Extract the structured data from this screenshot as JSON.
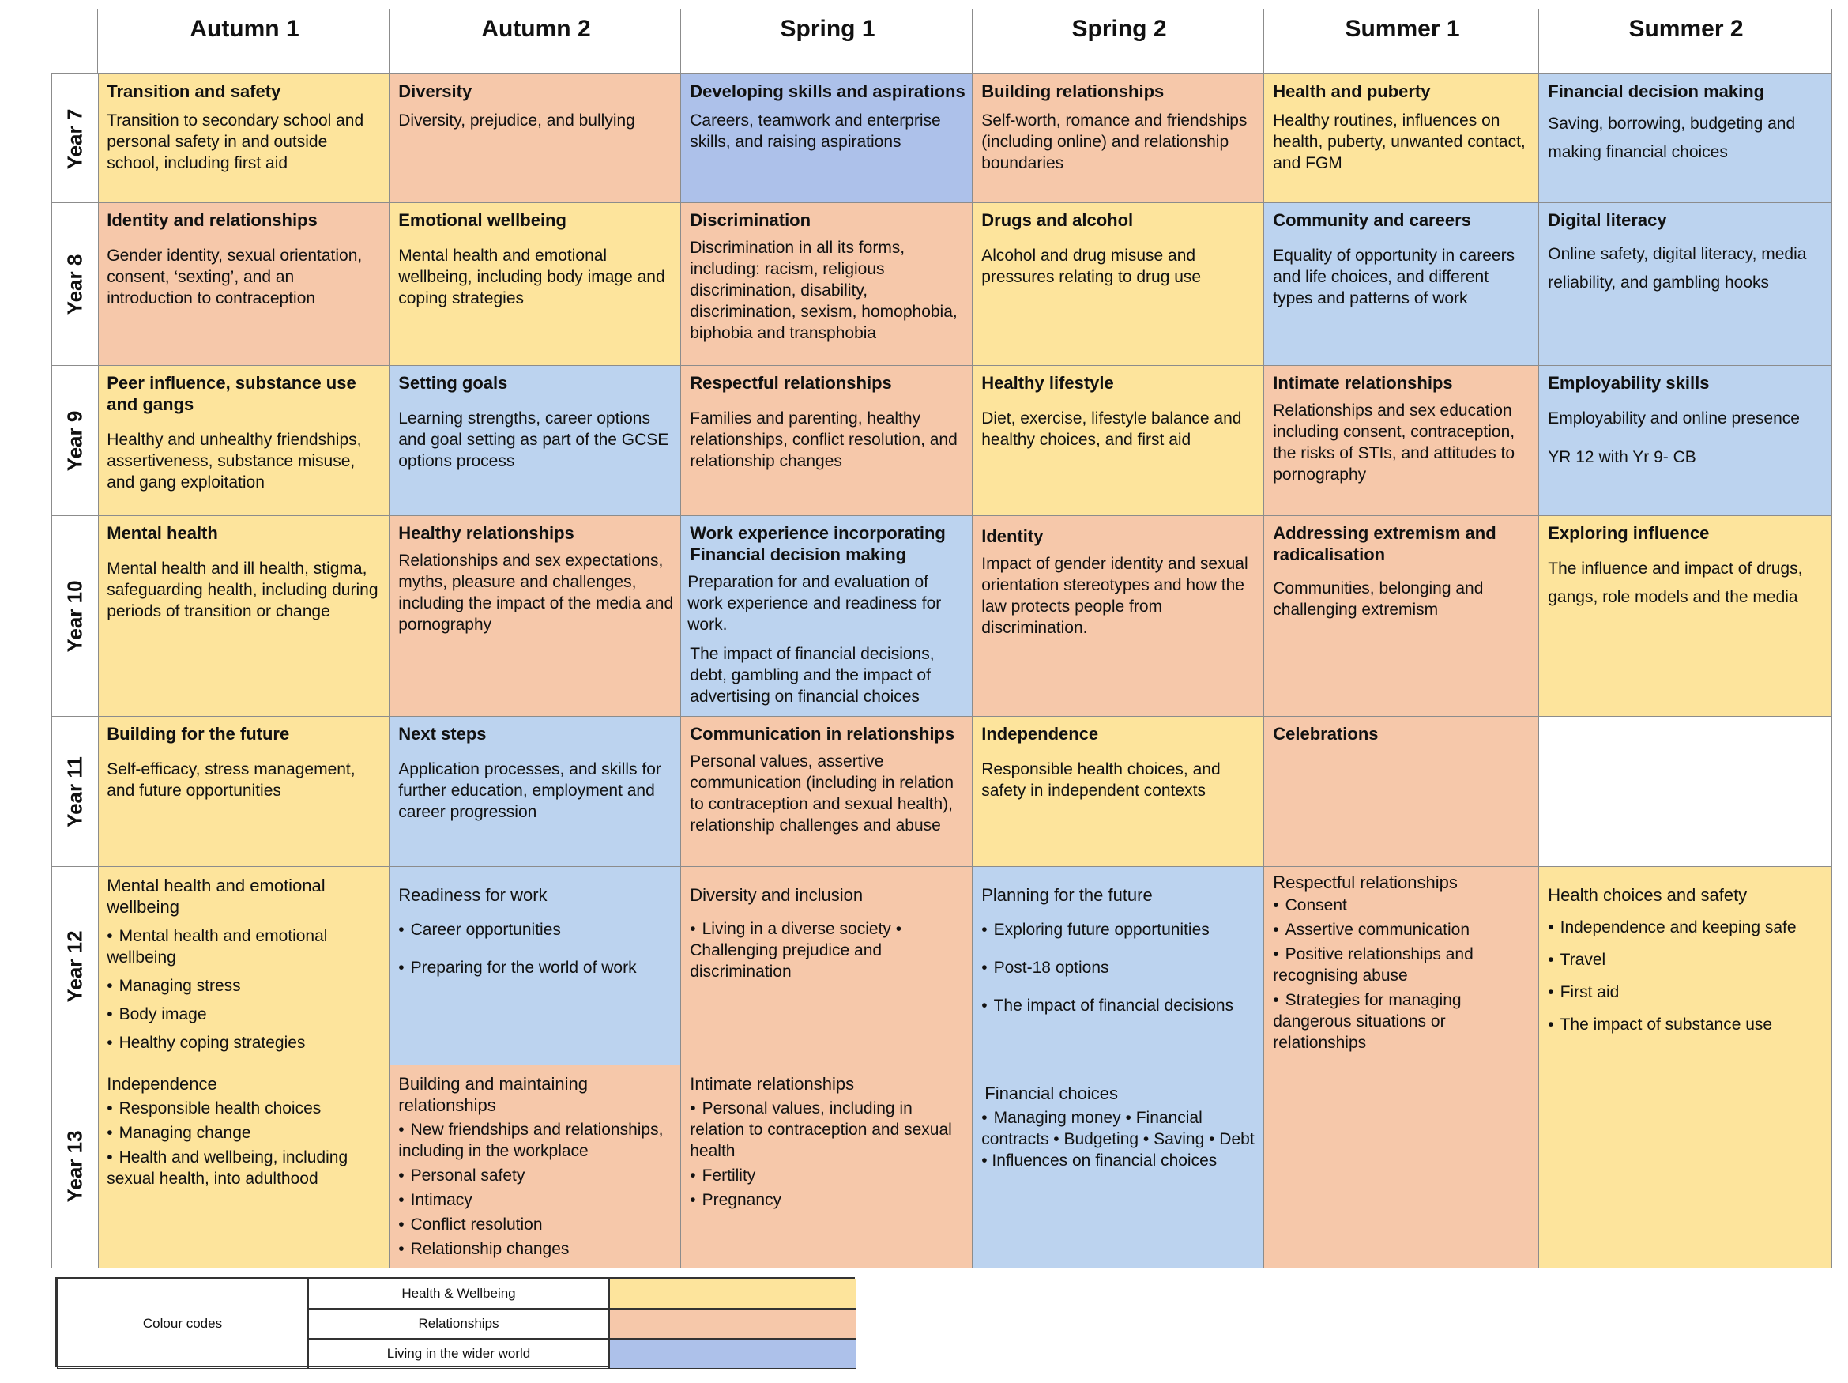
{
  "columns": [
    "Autumn 1",
    "Autumn 2",
    "Spring 1",
    "Spring 2",
    "Summer 1",
    "Summer 2"
  ],
  "years": [
    "Year 7",
    "Year 8",
    "Year 9",
    "Year 10",
    "Year 11",
    "Year 12",
    "Year 13"
  ],
  "y7": {
    "a1": {
      "title": "Transition and safety",
      "desc": "Transition to secondary school and personal safety in and outside school, including first aid"
    },
    "a2": {
      "title": "Diversity",
      "desc": "Diversity, prejudice, and bullying"
    },
    "s1": {
      "title": "Developing skills and aspirations",
      "desc": "Careers, teamwork and enterprise skills, and raising aspirations"
    },
    "s2": {
      "title": "Building relationships",
      "desc": "Self-worth, romance and friendships (including online) and relationship boundaries"
    },
    "su1": {
      "title": "Health and puberty",
      "desc": "Healthy routines, influences on health, puberty, unwanted contact, and FGM"
    },
    "su2": {
      "title": "Financial decision making",
      "desc": "Saving, borrowing, budgeting and making financial choices"
    }
  },
  "y8": {
    "a1": {
      "title": "Identity and relationships",
      "desc": "Gender identity, sexual orientation, consent, ‘sexting’, and an introduction to contraception"
    },
    "a2": {
      "title": "Emotional wellbeing",
      "desc": "Mental health and emotional wellbeing, including body image and coping strategies"
    },
    "s1": {
      "title": "Discrimination",
      "desc": "Discrimination in all its forms, including: racism, religious discrimination, disability, discrimination, sexism, homophobia, biphobia and transphobia"
    },
    "s2": {
      "title": "Drugs and alcohol",
      "desc": "Alcohol and drug misuse and pressures relating to drug use"
    },
    "su1": {
      "title": "Community and careers",
      "desc": "Equality of opportunity in careers and life choices, and different types and patterns of work"
    },
    "su2": {
      "title": "Digital literacy",
      "desc": "Online safety, digital literacy, media reliability, and gambling hooks"
    }
  },
  "y9": {
    "a1": {
      "title": "Peer influence, substance use and gangs",
      "desc": "Healthy and unhealthy friendships, assertiveness, substance misuse, and gang exploitation"
    },
    "a2": {
      "title": "Setting goals",
      "desc": "Learning strengths, career options and goal setting as part of the GCSE options process"
    },
    "s1": {
      "title": "Respectful relationships",
      "desc": "Families and parenting, healthy relationships, conflict resolution, and relationship changes"
    },
    "s2": {
      "title": "Healthy lifestyle",
      "desc": "Diet, exercise, lifestyle balance and healthy choices, and first aid"
    },
    "su1": {
      "title": "Intimate relationships",
      "desc": "Relationships and sex education including consent, contraception, the risks of STIs, and attitudes to pornography"
    },
    "su2": {
      "title": "Employability skills",
      "desc": "Employability and online presence",
      "note": "YR 12 with Yr 9- CB"
    }
  },
  "y10": {
    "a1": {
      "title": "Mental health",
      "desc": "Mental health and ill health, stigma, safeguarding health, including during periods of transition or change"
    },
    "a2": {
      "title": "Healthy relationships",
      "desc": "Relationships and sex expectations, myths, pleasure and challenges, including the impact of the media and pornography"
    },
    "s1": {
      "title": "Work experience incorporating Financial decision making",
      "desc": "Preparation for and evaluation of work experience and readiness for work.",
      "desc2": "The impact of financial decisions, debt, gambling and the impact of advertising on financial choices"
    },
    "s2": {
      "title": "Identity",
      "desc": "Impact of gender identity and sexual orientation stereotypes and how the law protects people from discrimination."
    },
    "su1": {
      "title": "Addressing extremism and radicalisation",
      "desc": "Communities, belonging and challenging extremism"
    },
    "su2": {
      "title": "Exploring influence",
      "desc": "The influence and impact of drugs, gangs, role models and the media"
    }
  },
  "y11": {
    "a1": {
      "title": "Building for the future",
      "desc": "Self-efficacy, stress management, and future opportunities"
    },
    "a2": {
      "title": "Next steps",
      "desc": "Application processes, and skills for further education, employment and career progression"
    },
    "s1": {
      "title": "Communication in relationships",
      "desc": "Personal values, assertive communication (including in relation to contraception and sexual health), relationship challenges and abuse"
    },
    "s2": {
      "title": "Independence",
      "desc": "Responsible health choices, and safety in independent contexts"
    },
    "su1": {
      "title": "Celebrations"
    }
  },
  "y12": {
    "a1": {
      "title": "Mental health and emotional wellbeing",
      "items": [
        "Mental health and emotional wellbeing",
        "Managing stress",
        "Body image",
        "Healthy coping strategies"
      ]
    },
    "a2": {
      "title": "Readiness for work",
      "items": [
        "Career opportunities",
        "Preparing for the world of work"
      ]
    },
    "s1": {
      "title": "Diversity and inclusion",
      "items": [
        "Living in a diverse society • Challenging prejudice and discrimination"
      ]
    },
    "s2": {
      "title": "Planning for the future",
      "items": [
        "Exploring future opportunities",
        "Post-18 options",
        "The impact of financial decisions"
      ]
    },
    "su1": {
      "title": "Respectful relationships",
      "items": [
        "Consent",
        "Assertive communication",
        "Positive relationships and recognising abuse",
        "Strategies for managing dangerous situations or relationships"
      ]
    },
    "su2": {
      "title": "Health choices and safety",
      "items": [
        "Independence and keeping safe",
        "Travel",
        "First aid",
        "The impact of substance use"
      ]
    }
  },
  "y13": {
    "a1": {
      "title": "Independence",
      "items": [
        "Responsible health choices",
        "Managing change",
        "Health and wellbeing, including sexual health, into adulthood"
      ]
    },
    "a2": {
      "title": "Building and maintaining relationships",
      "items": [
        "New friendships and relationships, including in the workplace",
        "Personal safety",
        "Intimacy",
        "Conflict resolution",
        "Relationship changes"
      ]
    },
    "s1": {
      "title": "Intimate relationships",
      "items": [
        "Personal values, including in relation to contraception and sexual health",
        "Fertility",
        "Pregnancy"
      ]
    },
    "s2": {
      "title": "Financial choices",
      "items": [
        "Managing money • Financial contracts • Budgeting • Saving • Debt • Influences on financial choices"
      ]
    }
  },
  "legend": {
    "title": "Colour codes",
    "items": [
      {
        "label": "Health & Wellbeing",
        "color": "#fde49c"
      },
      {
        "label": "Relationships",
        "color": "#f6c8aa"
      },
      {
        "label": "Living in the wider world",
        "color": "#adc1ea"
      }
    ]
  }
}
